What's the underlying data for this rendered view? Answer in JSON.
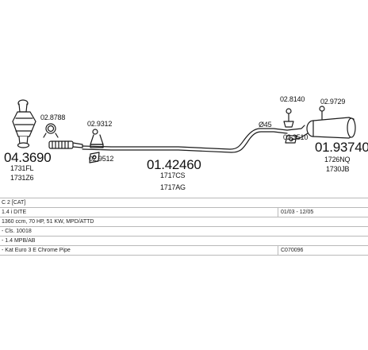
{
  "parts": {
    "cat_main": {
      "code": "04.3690",
      "ref1": "1731FL",
      "ref2": "1731Z6"
    },
    "clamp_left": {
      "code": "02.8788"
    },
    "hanger_mid_upper": {
      "code": "02.9312"
    },
    "hanger_mid_lower": {
      "code": "02.9512"
    },
    "mid_pipe": {
      "code": "01.42460",
      "ref1": "1717CS",
      "ref2": "1717AG"
    },
    "bracket_right_upper": {
      "code": "02.8140"
    },
    "bracket_right_mid": {
      "code": "02.3510"
    },
    "hanger_right": {
      "code": "02.9729"
    },
    "rear_silencer": {
      "code": "01.93740",
      "ref1": "1726NQ",
      "ref2": "1730JB"
    },
    "diameter_mark": {
      "text": "Ø45"
    }
  },
  "spec_rows": [
    {
      "left": "C 2 [CAT]",
      "right": ""
    },
    {
      "left": "1.4 i DITE",
      "right": "01/03 - 12/05"
    },
    {
      "left": "1360 ccm, 70 HP, 51 KW, MPD/ATTD",
      "right": ""
    },
    {
      "left": "- Cls. 10018",
      "right": ""
    },
    {
      "left": "- 1.4 MPB/AB",
      "right": ""
    },
    {
      "left": "- Kat Euro 3 E Chrome Pipe",
      "right": "C070096"
    }
  ],
  "colors": {
    "line": "#1a1a1a",
    "fill": "#ffffff",
    "table_border": "#b9b9b9"
  }
}
